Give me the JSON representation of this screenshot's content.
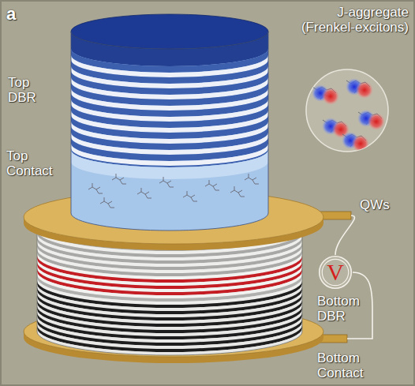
{
  "diagram": {
    "nodes": [
      {
        "text": [
          "V"
        ]
      }
    ],
    "labels": [
      "a",
      "J-aggregate (Frenkel-excitons)",
      "Top DBR",
      "Top Contact",
      "QWs",
      "Bottom DBR",
      "Bottom Contact"
    ]
  }
}
